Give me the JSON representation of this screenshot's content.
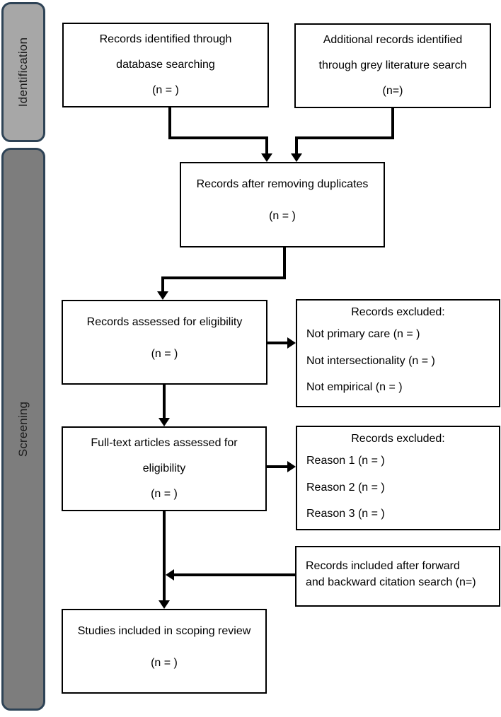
{
  "diagram": {
    "stages": {
      "identification": "Identification",
      "screening": "Screening"
    },
    "boxes": {
      "database_search": {
        "line1": "Records identified through",
        "line2": "database searching",
        "count": "(n = )"
      },
      "grey_literature": {
        "line1": "Additional records identified",
        "line2": "through grey literature search",
        "count": "(n=)"
      },
      "duplicates_removed": {
        "line1": "Records after removing duplicates",
        "count": "(n = )"
      },
      "records_assessed": {
        "line1": "Records assessed for eligibility",
        "count": "(n = )"
      },
      "records_excluded_screening": {
        "title": "Records excluded:",
        "items": [
          "Not primary care (n = )",
          "Not intersectionality (n = )",
          "Not empirical (n = )"
        ]
      },
      "fulltext_assessed": {
        "line1": "Full-text articles assessed for",
        "line2": "eligibility",
        "count": "(n = )"
      },
      "records_excluded_fulltext": {
        "title": "Records excluded:",
        "items": [
          "Reason 1 (n = )",
          "Reason 2 (n = )",
          "Reason 3 (n = )"
        ]
      },
      "citation_search": {
        "line1": "Records included after forward",
        "line2": "and backward citation search (n=)"
      },
      "studies_included": {
        "line1": "Studies included in scoping review",
        "count": "(n = )"
      }
    },
    "colors": {
      "identification_fill": "#a7a7a7",
      "screening_fill": "#7d7d7d",
      "stage_border": "#2e4356",
      "box_border": "#000000",
      "line_color": "#000000",
      "background": "#ffffff",
      "text_color": "#000000"
    }
  }
}
